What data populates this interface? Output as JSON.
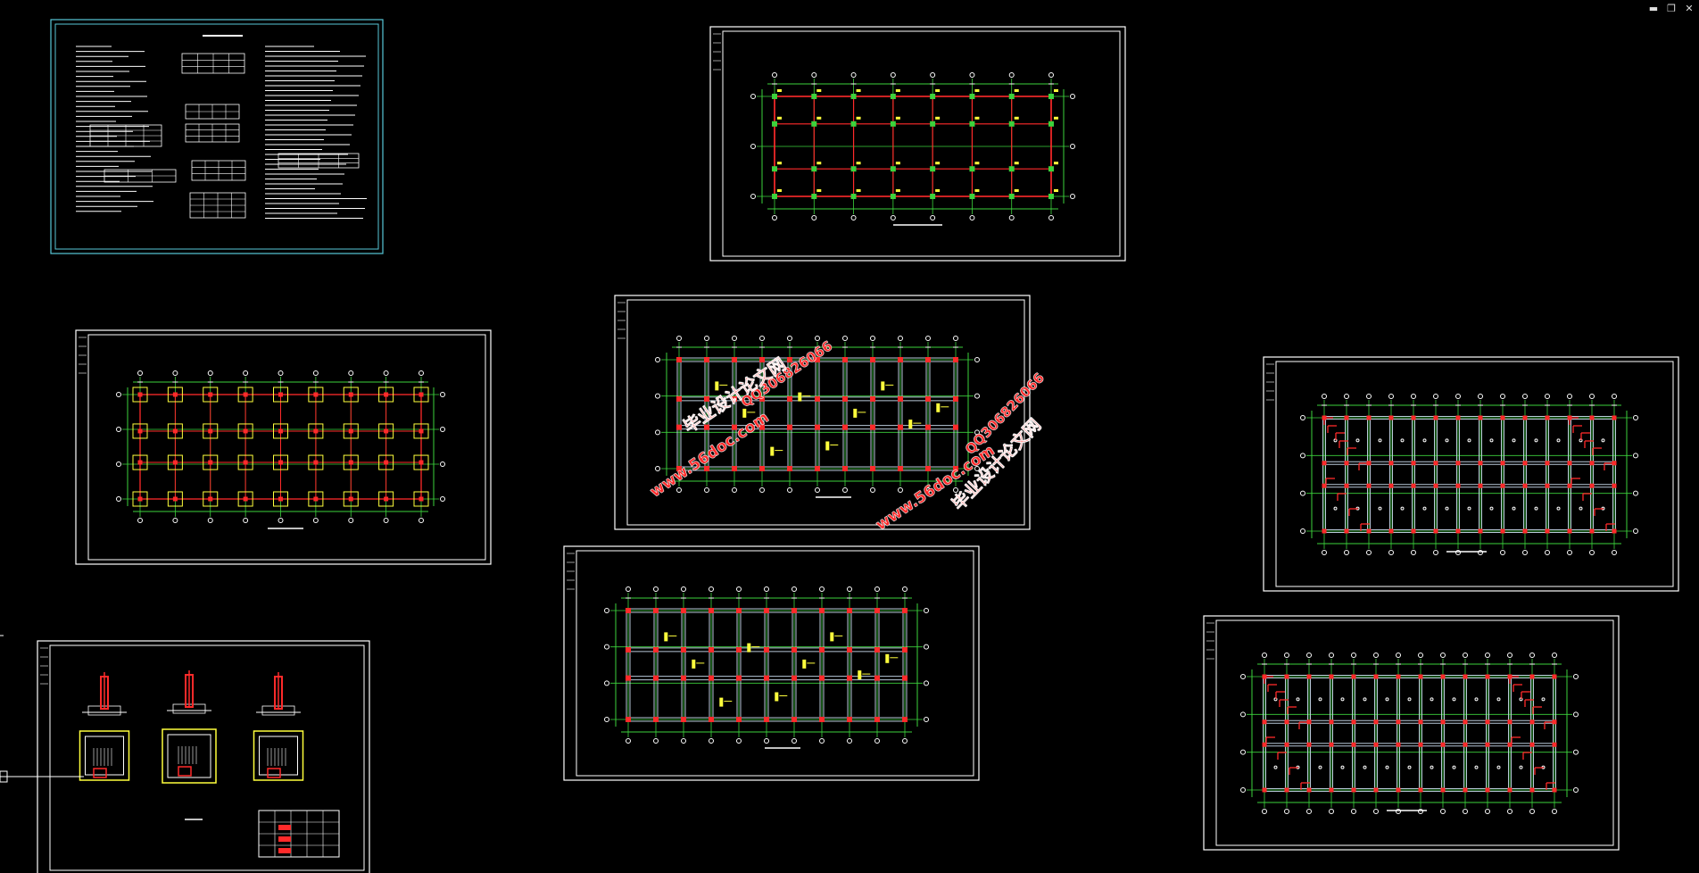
{
  "window_controls": {
    "minimize": "▬",
    "restore": "❐",
    "close": "✕"
  },
  "watermark": {
    "site": "www.56doc.com",
    "qq": "QQ306826066",
    "brand": "毕业设计论文网"
  },
  "colors": {
    "background": "#000000",
    "sheet_border": "#ffffff",
    "notes_border": "#58c8d8",
    "grid": "#3cd23c",
    "column": "#ff2a2a",
    "beam": "#b8c8d8",
    "label": "#ffff3c",
    "watermark": "#ff2a2a"
  },
  "sheets": [
    {
      "id": "design-notes-sheet",
      "kind": "notes"
    },
    {
      "id": "column-plan-sheet",
      "kind": "columns"
    },
    {
      "id": "foundation-plan-sheet",
      "kind": "foundation"
    },
    {
      "id": "floor-beam-plan-sheet-1",
      "kind": "beams"
    },
    {
      "id": "floor-slab-plan-sheet-1",
      "kind": "slab"
    },
    {
      "id": "floor-beam-plan-sheet-2",
      "kind": "beams"
    },
    {
      "id": "foundation-detail-sheet",
      "kind": "detail"
    },
    {
      "id": "floor-slab-plan-sheet-2",
      "kind": "slab"
    }
  ]
}
